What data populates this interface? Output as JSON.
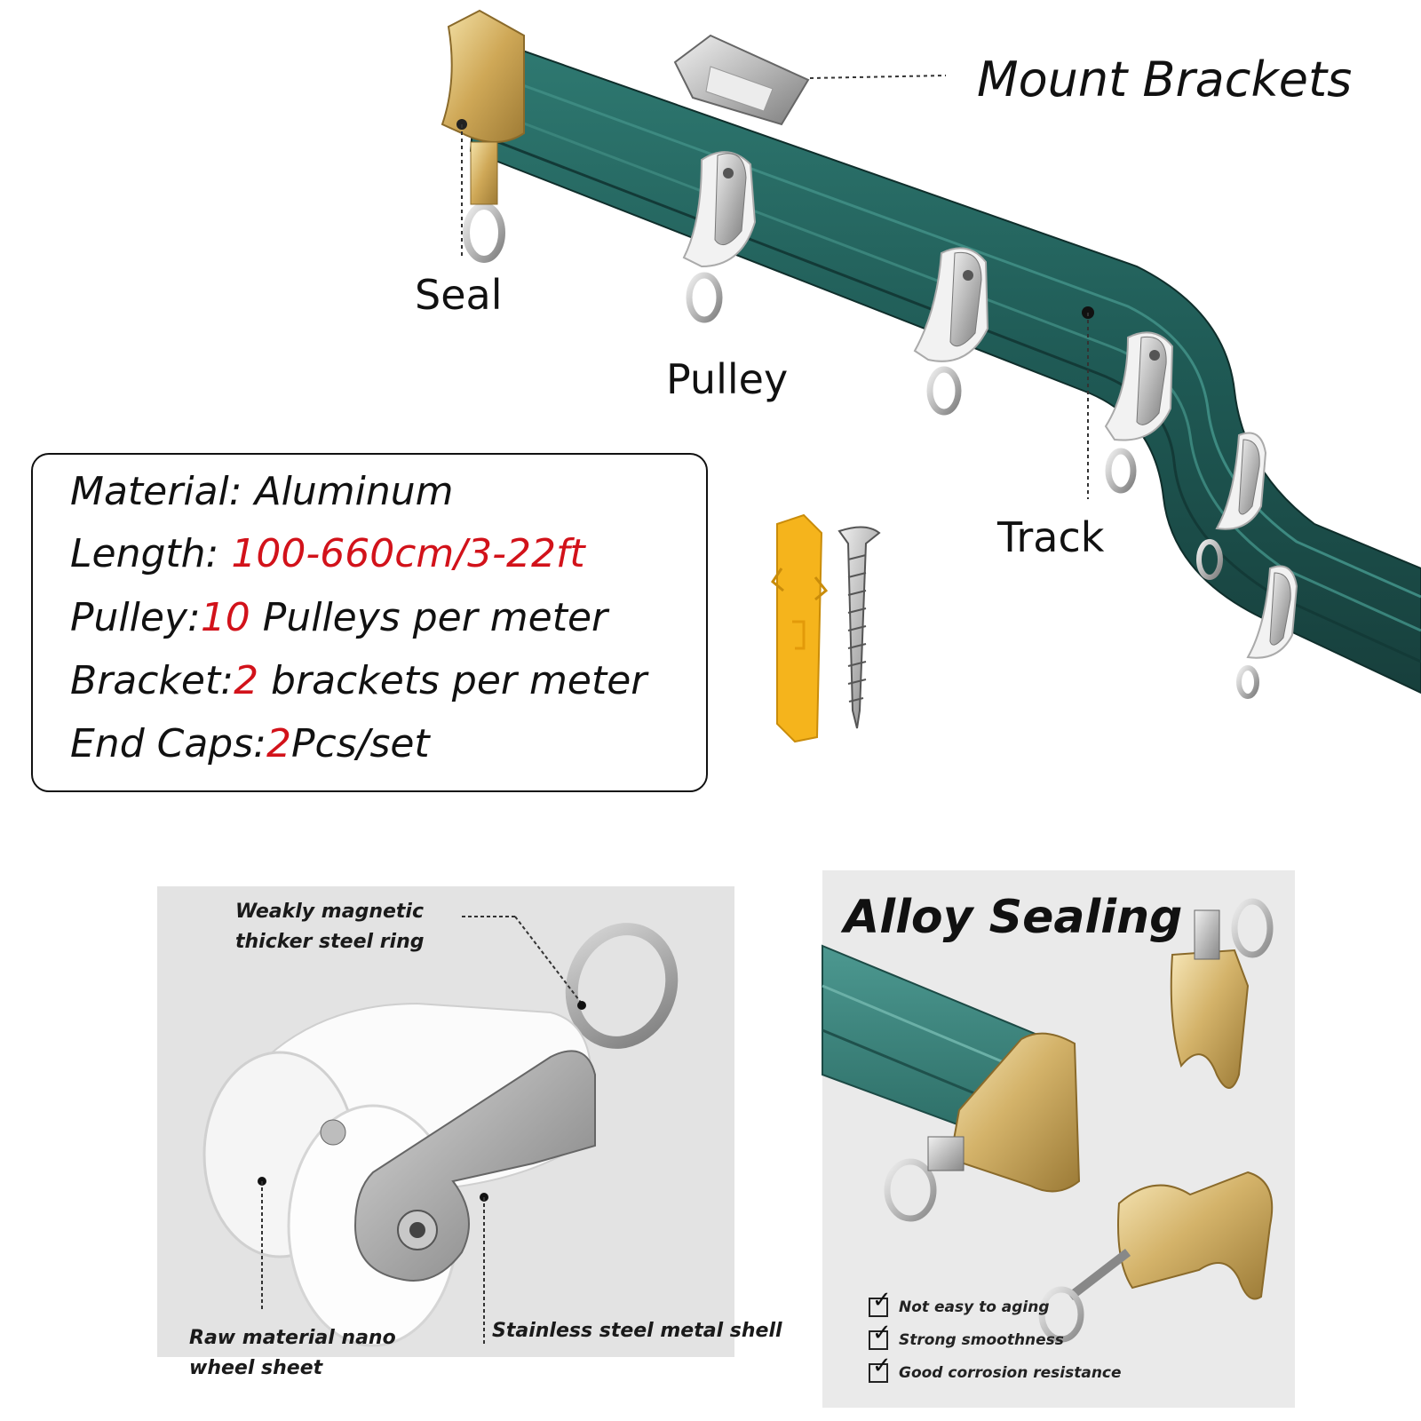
{
  "callouts": {
    "mount_brackets": "Mount Brackets",
    "seal": "Seal",
    "pulley": "Pulley",
    "track": "Track"
  },
  "specs": {
    "material": {
      "label": "Material: ",
      "value": "Aluminum"
    },
    "length": {
      "label": "Length: ",
      "value": "100-660cm/3-22ft"
    },
    "pulley": {
      "label": "Pulley:",
      "count": "10",
      "rest": " Pulleys per meter"
    },
    "bracket": {
      "label": "Bracket:",
      "count": "2",
      "rest": " brackets per meter"
    },
    "end_caps": {
      "label": "End Caps:",
      "count": "2",
      "rest": "Pcs/set"
    }
  },
  "pulley_panel": {
    "ring_label_line1": "Weakly magnetic",
    "ring_label_line2": "thicker steel ring",
    "wheel_label_line1": "Raw material nano",
    "wheel_label_line2": "wheel sheet",
    "shell_label": "Stainless steel metal shell"
  },
  "alloy_panel": {
    "title": "Alloy Sealing",
    "features": [
      "Not easy to aging",
      "Strong smoothness",
      "Good corrosion resistance"
    ]
  },
  "colors": {
    "track_green": "#1f5a55",
    "highlight_red": "#d2121a",
    "gold": "#d4b36a",
    "anchor_yellow": "#f5b41c"
  }
}
